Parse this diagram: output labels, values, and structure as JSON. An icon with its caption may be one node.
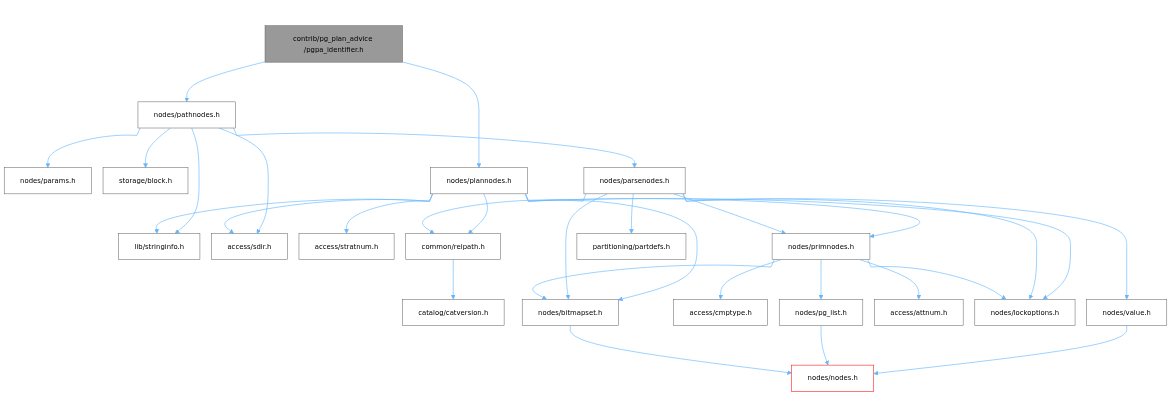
{
  "diagram": {
    "nodes": [
      {
        "text": [
          "contrib/pg_plan_advice /pgpa_identifier.h"
        ]
      },
      {
        "text": [
          "nodes/pathnodes.h"
        ]
      },
      {
        "text": [
          "nodes/params.h"
        ]
      },
      {
        "text": [
          "storage/block.h"
        ]
      },
      {
        "text": [
          "nodes/plannodes.h"
        ]
      },
      {
        "text": [
          "nodes/parsenodes.h"
        ]
      },
      {
        "text": [
          "lib/stringinfo.h"
        ]
      },
      {
        "text": [
          "access/sdir.h"
        ]
      },
      {
        "text": [
          "access/stratnum.h"
        ]
      },
      {
        "text": [
          "common/relpath.h"
        ]
      },
      {
        "text": [
          "nodes/primnodes.h"
        ]
      },
      {
        "text": [
          "partitioning/partdefs.h"
        ]
      },
      {
        "text": [
          "catalog/catversion.h"
        ]
      },
      {
        "text": [
          "nodes/value.h"
        ]
      },
      {
        "text": [
          "access/cmptype.h"
        ]
      },
      {
        "text": [
          "nodes/pg_list.h"
        ]
      },
      {
        "text": [
          "access/attnum.h"
        ]
      },
      {
        "text": [
          "nodes/lockoptions.h"
        ]
      },
      {
        "text": [
          "nodes/bitmapset.h"
        ]
      },
      {
        "text": [
          "nodes/nodes.h"
        ]
      }
    ],
    "edges": [
      {
        "from": 0,
        "to": 1,
        "arrow": "to"
      },
      {
        "from": 0,
        "to": 4,
        "arrow": "to"
      },
      {
        "from": 1,
        "to": 6,
        "arrow": "to"
      },
      {
        "from": 1,
        "to": 2,
        "arrow": "to"
      },
      {
        "from": 1,
        "to": 3,
        "arrow": "to"
      },
      {
        "from": 1,
        "to": 7,
        "arrow": "to"
      },
      {
        "from": 1,
        "to": 5,
        "arrow": "to"
      },
      {
        "from": 4,
        "to": 6,
        "arrow": "to"
      },
      {
        "from": 4,
        "to": 7,
        "arrow": "to"
      },
      {
        "from": 4,
        "to": 8,
        "arrow": "to"
      },
      {
        "from": 4,
        "to": 9,
        "arrow": "to"
      },
      {
        "from": 4,
        "to": 10,
        "arrow": "to"
      },
      {
        "from": 4,
        "to": 17,
        "arrow": "to"
      },
      {
        "from": 4,
        "to": 18,
        "arrow": "to"
      },
      {
        "from": 5,
        "to": 9,
        "arrow": "to"
      },
      {
        "from": 5,
        "to": 13,
        "arrow": "to"
      },
      {
        "from": 5,
        "to": 10,
        "arrow": "to"
      },
      {
        "from": 5,
        "to": 17,
        "arrow": "to"
      },
      {
        "from": 5,
        "to": 11,
        "arrow": "to"
      },
      {
        "from": 5,
        "to": 18,
        "arrow": "to"
      },
      {
        "from": 9,
        "to": 12,
        "arrow": "to"
      },
      {
        "from": 10,
        "to": 14,
        "arrow": "to"
      },
      {
        "from": 10,
        "to": 15,
        "arrow": "to"
      },
      {
        "from": 10,
        "to": 16,
        "arrow": "to"
      },
      {
        "from": 10,
        "to": 17,
        "arrow": "to"
      },
      {
        "from": 10,
        "to": 18,
        "arrow": "to"
      },
      {
        "from": 13,
        "to": 19,
        "arrow": "to"
      },
      {
        "from": 15,
        "to": 19,
        "arrow": "to"
      },
      {
        "from": 18,
        "to": 19,
        "arrow": "to"
      }
    ]
  }
}
